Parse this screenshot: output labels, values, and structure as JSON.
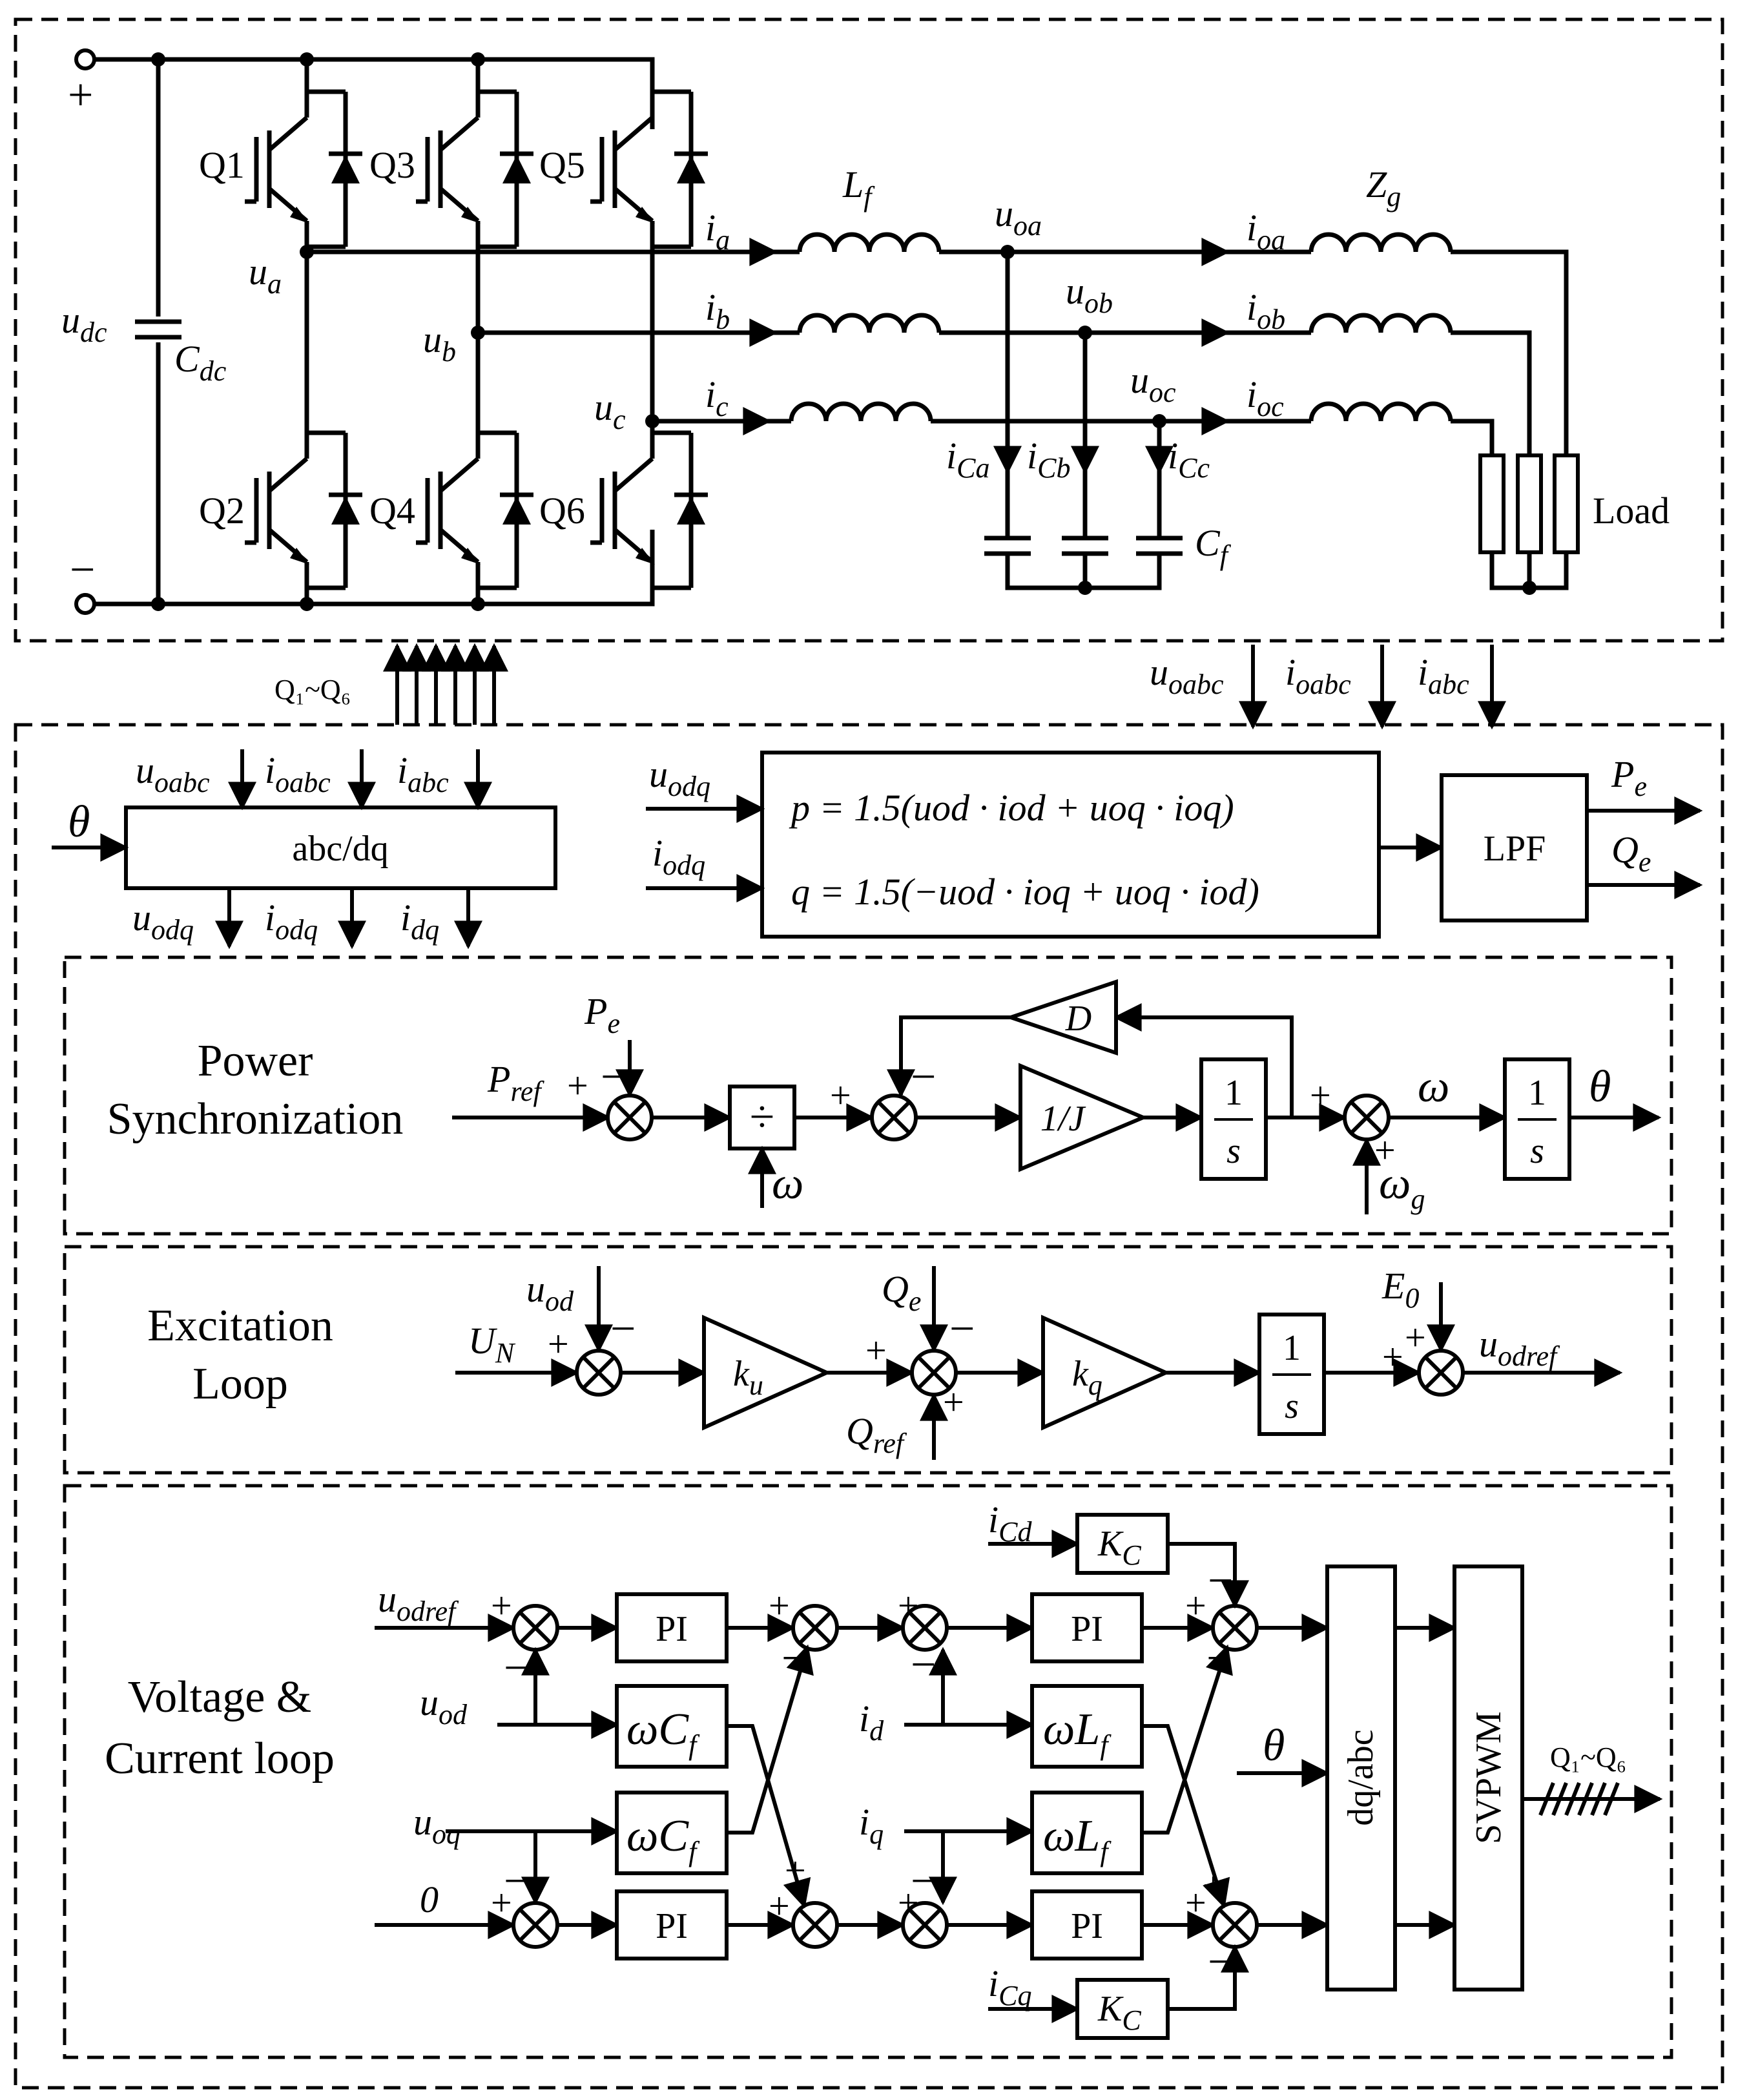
{
  "circuit": {
    "dc_plus": "+",
    "dc_minus": "−",
    "u_dc": "u",
    "u_dc_sub": "dc",
    "c_dc": "C",
    "c_dc_sub": "dc",
    "switches": [
      "Q1",
      "Q3",
      "Q5",
      "Q2",
      "Q4",
      "Q6"
    ],
    "phase_voltages": [
      {
        "v": "u",
        "s": "a"
      },
      {
        "v": "u",
        "s": "b"
      },
      {
        "v": "u",
        "s": "c"
      }
    ],
    "phase_currents": [
      {
        "v": "i",
        "s": "a"
      },
      {
        "v": "i",
        "s": "b"
      },
      {
        "v": "i",
        "s": "c"
      }
    ],
    "lf": "L",
    "lf_sub": "f",
    "out_voltages": [
      {
        "v": "u",
        "s": "oa"
      },
      {
        "v": "u",
        "s": "ob"
      },
      {
        "v": "u",
        "s": "oc"
      }
    ],
    "cap_currents": [
      {
        "v": "i",
        "s": "Ca"
      },
      {
        "v": "i",
        "s": "Cb"
      },
      {
        "v": "i",
        "s": "Cc"
      }
    ],
    "cf": "C",
    "cf_sub": "f",
    "out_currents": [
      {
        "v": "i",
        "s": "oa"
      },
      {
        "v": "i",
        "s": "ob"
      },
      {
        "v": "i",
        "s": "oc"
      }
    ],
    "zg": "Z",
    "zg_sub": "g",
    "load": "Load"
  },
  "interface": {
    "gate_signals": "Q₁~Q₆",
    "meas": [
      {
        "v": "u",
        "s": "oabc"
      },
      {
        "v": "i",
        "s": "oabc"
      },
      {
        "v": "i",
        "s": "abc"
      }
    ]
  },
  "transform": {
    "theta": "θ",
    "block": "abc/dq",
    "inputs": [
      {
        "v": "u",
        "s": "oabc"
      },
      {
        "v": "i",
        "s": "oabc"
      },
      {
        "v": "i",
        "s": "abc"
      }
    ],
    "outputs": [
      {
        "v": "u",
        "s": "odq"
      },
      {
        "v": "i",
        "s": "odq"
      },
      {
        "v": "i",
        "s": "dq"
      }
    ]
  },
  "power_calc": {
    "in_u": {
      "v": "u",
      "s": "odq"
    },
    "in_i": {
      "v": "i",
      "s": "odq"
    },
    "eq_p": "p = 1.5(uod · iod + uoq · ioq)",
    "eq_q": "q = 1.5(−uod · ioq + uoq · iod)",
    "lpf": "LPF",
    "out_p": {
      "v": "P",
      "s": "e"
    },
    "out_q": {
      "v": "Q",
      "s": "e"
    }
  },
  "power_sync": {
    "title_l1": "Power",
    "title_l2": "Synchronization",
    "pref": {
      "v": "P",
      "s": "ref"
    },
    "pe": {
      "v": "P",
      "s": "e"
    },
    "divide": "÷",
    "omega": "ω",
    "d": "D",
    "inv_j": "1/J",
    "int_num": "1",
    "int_den": "s",
    "omega_g": {
      "v": "ω",
      "s": "g"
    },
    "omega_out": "ω",
    "theta": "θ",
    "plus": "+",
    "minus": "−"
  },
  "excitation": {
    "title_l1": "Excitation",
    "title_l2": "Loop",
    "un": {
      "v": "U",
      "s": "N"
    },
    "uod": {
      "v": "u",
      "s": "od"
    },
    "ku": {
      "v": "k",
      "s": "u"
    },
    "qe": {
      "v": "Q",
      "s": "e"
    },
    "qref": {
      "v": "Q",
      "s": "ref"
    },
    "kq": {
      "v": "k",
      "s": "q"
    },
    "int_num": "1",
    "int_den": "s",
    "e0": {
      "v": "E",
      "s": "0"
    },
    "out": {
      "v": "u",
      "s": "odref"
    }
  },
  "vc_loop": {
    "title_l1": "Voltage &",
    "title_l2": "Current loop",
    "uodref": {
      "v": "u",
      "s": "odref"
    },
    "uod": {
      "v": "u",
      "s": "od"
    },
    "uoq": {
      "v": "u",
      "s": "oq"
    },
    "zero": "0",
    "pi": "PI",
    "wcf": {
      "v": "ωC",
      "s": "f"
    },
    "id": {
      "v": "i",
      "s": "d"
    },
    "iq": {
      "v": "i",
      "s": "q"
    },
    "wlf": {
      "v": "ωL",
      "s": "f"
    },
    "icd": {
      "v": "i",
      "s": "Cd"
    },
    "icq": {
      "v": "i",
      "s": "Cq"
    },
    "kc": {
      "v": "K",
      "s": "C"
    },
    "theta": "θ",
    "dqabc": "dq/abc",
    "svpwm": "SVPWM",
    "gate_out": "Q₁~Q₆"
  }
}
